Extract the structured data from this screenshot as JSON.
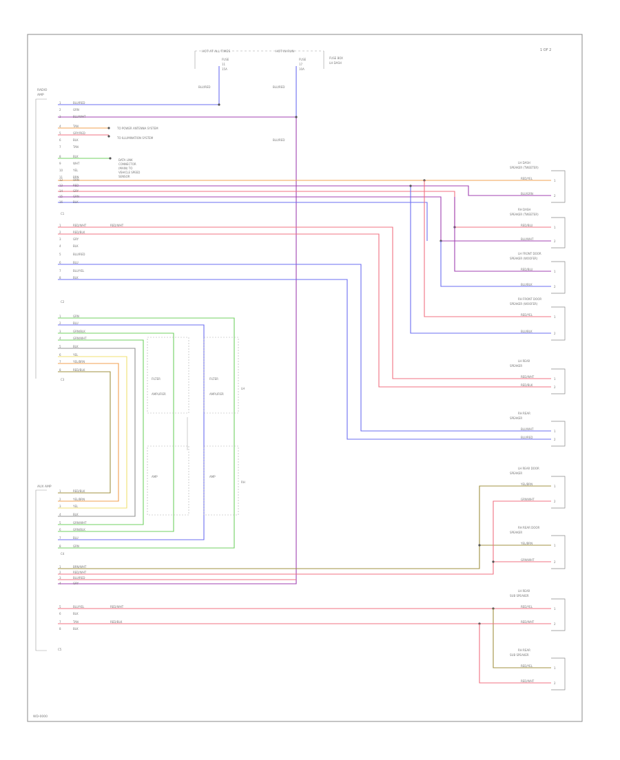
{
  "header": {
    "title_right": "1 OF 2",
    "fuse_left": "HOT AT ALL TIMES",
    "fuse_right": "HOT IN RUN",
    "fuse_left_sub": [
      "FUSE",
      "11",
      "15A"
    ],
    "fuse_right_sub": [
      "FUSE",
      "17",
      "10A"
    ],
    "fuse_right_note": [
      "FUSE BOX",
      "LH DASH"
    ]
  },
  "left_modules": {
    "top": [
      "RADIO",
      "AMP"
    ],
    "bottom": [
      "AUX AMP"
    ]
  },
  "connector_ids": [
    "C1",
    "C2",
    "C3",
    "C4",
    "C5"
  ],
  "top_pins": [
    "BLU/RED",
    "GRN",
    "BLU/WHT",
    "TAN",
    "GRY/RED",
    "BLK",
    "TAN",
    "BLK",
    "WHT",
    "YEL",
    "BRN",
    "ORN",
    "RED",
    "GRY",
    "GRN",
    "BLK"
  ],
  "top_labels": {
    "to_power_antenna": "TO POWER ANTENNA SYSTEM",
    "to_illumination": "TO ILLUMINATION SYSTEM",
    "to_data_link": [
      "DATA LINK",
      "CONNECTOR",
      "(MAIN) TO",
      "VEHICLE SPEED",
      "SENSOR"
    ]
  },
  "mid_pins": [
    "RED/WHT",
    "RED/BLK",
    "GRY",
    "BLK",
    "BLU/RED",
    "BLU",
    "BLU/YEL",
    "BLK"
  ],
  "aux_pins": [
    "GRN",
    "BLU",
    "GRN/BLK",
    "GRN/WHT",
    "BLK",
    "YEL",
    "YEL/BRN",
    "RED/BLK"
  ],
  "aux_pins_b": [
    "RED/BLK",
    "YEL/BRN",
    "YEL",
    "BLK",
    "GRN/WHT",
    "GRN/BLK",
    "BLU",
    "GRN"
  ],
  "bottom_pins": [
    "BRN/WHT",
    "RED/WHT",
    "BLU/RED",
    "GRY",
    "BLU/YEL",
    "BLK",
    "TAN",
    "BLK"
  ],
  "mid_wire_label": "RED/WHT",
  "bottom_wire_labels": [
    "RED/WHT",
    "RED/BLK"
  ],
  "speakers": [
    {
      "name": [
        "LH DASH",
        "SPEAKER (TWEETER)"
      ],
      "wires": [
        "RED/YEL",
        "BLU/GRN"
      ]
    },
    {
      "name": [
        "RH DASH",
        "SPEAKER (TWEETER)"
      ],
      "wires": [
        "RED/BLU",
        "BLU/WHT"
      ]
    },
    {
      "name": [
        "LH FRONT DOOR",
        "SPEAKER (WOOFER)"
      ],
      "wires": [
        "RED/BLU",
        "BLU/BLK"
      ]
    },
    {
      "name": [
        "RH FRONT DOOR",
        "SPEAKER (WOOFER)"
      ],
      "wires": [
        "RED/YEL",
        "BLU/BLK"
      ]
    },
    {
      "name": [
        "LH REAR",
        "SPEAKER"
      ],
      "wires": [
        "RED/WHT",
        "RED/BLK"
      ]
    },
    {
      "name": [
        "RH REAR",
        "SPEAKER"
      ],
      "wires": [
        "BLU/WHT",
        "BLU/RED"
      ]
    },
    {
      "name": [
        "LH REAR DOOR",
        "SPEAKER"
      ],
      "wires": [
        "YEL/BRN",
        "GRN/WHT"
      ]
    },
    {
      "name": [
        "RH REAR DOOR",
        "SPEAKER"
      ],
      "wires": [
        "YEL/BRN",
        "GRN/WHT"
      ]
    },
    {
      "name": [
        "LH REAR",
        "SUB SPEAKER"
      ],
      "wires": [
        "RED/YEL",
        "RED/WHT"
      ]
    },
    {
      "name": [
        "RH REAR",
        "SUB SPEAKER"
      ],
      "wires": [
        "RED/YEL",
        "RED/WHT"
      ]
    }
  ],
  "aux_amp_internal": [
    "FILTER",
    "AMPLIFIER",
    "FILTER",
    "AMPLIFIER",
    "AMP",
    "AMP"
  ],
  "side_labels": [
    "LH",
    "RH"
  ],
  "footer": "WD-0000",
  "colors": {
    "blue": "#6a6cf0",
    "purple": "#a040b0",
    "pink": "#f07080",
    "orange": "#f0a050",
    "green": "#70d060",
    "yellow": "#f0e070",
    "olive": "#a09040",
    "gray": "#909090",
    "frame": "#888888"
  }
}
